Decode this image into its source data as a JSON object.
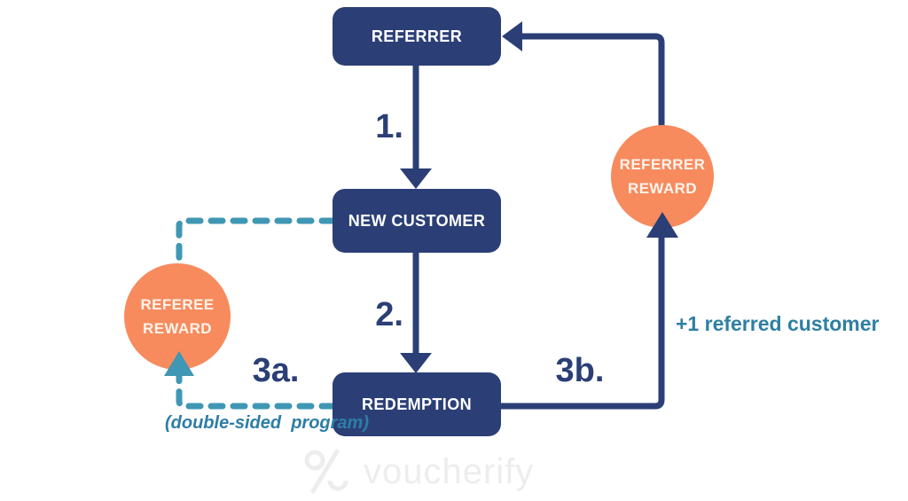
{
  "diagram": {
    "nodes": {
      "referrer": {
        "label": "REFERRER"
      },
      "new_customer": {
        "label": "NEW CUSTOMER"
      },
      "redemption": {
        "label": "REDEMPTION"
      },
      "referrer_reward": {
        "label_line1": "REFERRER",
        "label_line2": "REWARD"
      },
      "referee_reward": {
        "label_line1": "REFEREE",
        "label_line2": "REWARD"
      }
    },
    "steps": {
      "step1": "1.",
      "step2": "2.",
      "step3a": "3a.",
      "step3b": "3b."
    },
    "annotations": {
      "referred_customer": "+1 referred customer",
      "double_sided": "(double-sided  program)"
    },
    "colors": {
      "navy": "#2b3f76",
      "orange": "#f78b5e",
      "teal_dash": "#3f97b4",
      "teal_text": "#2e7fa3",
      "watermark_gray": "#ededed"
    }
  },
  "watermark": {
    "brand": "voucherify",
    "icon": "percent-icon"
  }
}
